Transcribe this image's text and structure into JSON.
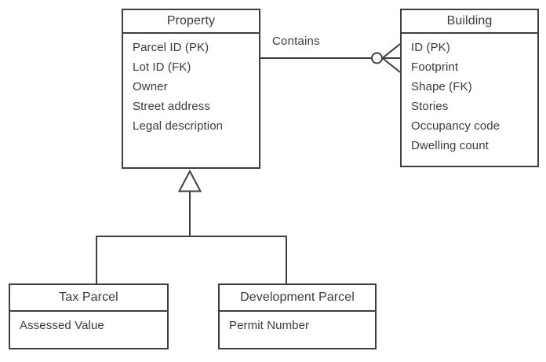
{
  "diagram": {
    "entities": {
      "property": {
        "title": "Property",
        "attributes": [
          "Parcel ID (PK)",
          "Lot ID (FK)",
          "Owner",
          "Street address",
          "Legal description"
        ]
      },
      "building": {
        "title": "Building",
        "attributes": [
          "ID (PK)",
          "Footprint",
          "Shape (FK)",
          "Stories",
          "Occupancy code",
          "Dwelling count"
        ]
      },
      "tax_parcel": {
        "title": "Tax Parcel",
        "attributes": [
          "Assessed Value"
        ]
      },
      "development_parcel": {
        "title": "Development Parcel",
        "attributes": [
          "Permit Number"
        ]
      }
    },
    "relationships": {
      "contains": {
        "label": "Contains",
        "from": "Property",
        "to": "Building",
        "to_cardinality": "zero-or-many"
      },
      "subtype": {
        "supertype": "Property",
        "subtypes": [
          "Tax Parcel",
          "Development Parcel"
        ]
      }
    },
    "colors": {
      "line": "#3f3f3f",
      "text": "#3a3a3a",
      "background": "#ffffff"
    }
  }
}
